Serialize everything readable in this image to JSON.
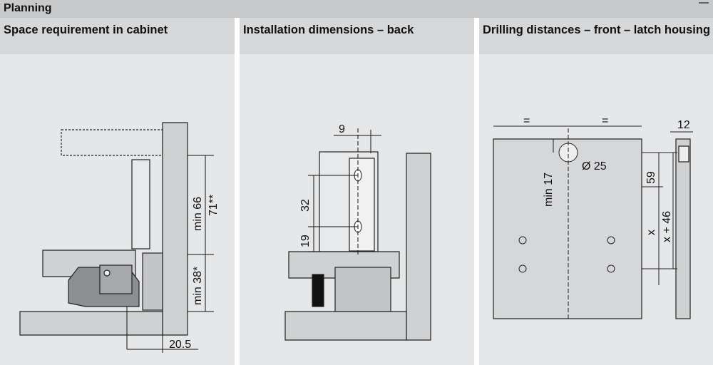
{
  "header": {
    "title": "Planning"
  },
  "columns": [
    {
      "title": "Space requirement in cabinet",
      "labels": {
        "min66": "min 66",
        "d71": "71**",
        "min38": "min 38*",
        "d205": "20.5"
      }
    },
    {
      "title": "Installation dimensions – back",
      "labels": {
        "d9": "9",
        "d32": "32",
        "d19": "19"
      }
    },
    {
      "title": "Drilling distances – front – latch housing",
      "labels": {
        "eq1": "=",
        "eq2": "=",
        "d12": "12",
        "min17": "min 17",
        "dia25": "Ø 25",
        "d59": "59",
        "x": "x",
        "x46": "x + 46"
      }
    }
  ]
}
